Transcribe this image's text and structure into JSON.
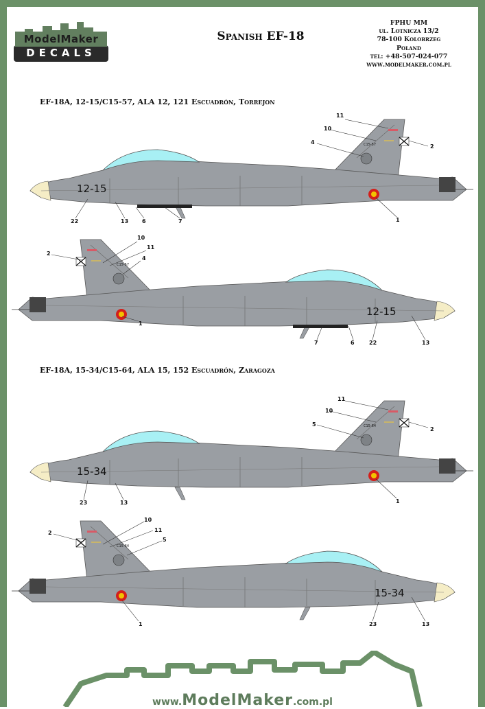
{
  "header": {
    "logo_line1": "ModelMaker",
    "logo_line2": "DECALS",
    "title": "Spanish EF-18",
    "address": [
      "FPHU MM",
      "ul. Lotnicza 13/2",
      "78-100 Kolobrzeg",
      "Poland",
      "tel: +48-507-024-077",
      "www.modelmaker.com.pl"
    ]
  },
  "sections": [
    {
      "title": "EF-18A, 12-15/C15-57, ALA 12, 121 Escuadrón, Torrejon"
    },
    {
      "title": "EF-18A, 15-34/C15-64, ALA 15, 152 Escuadrón, Zaragoza"
    }
  ],
  "aircraft": [
    {
      "code": "12-15",
      "tail": "C15-57",
      "callouts": {
        "c11": "11",
        "c10": "10",
        "c4": "4",
        "c2": "2",
        "c22": "22",
        "c13": "13",
        "c6": "6",
        "c7": "7",
        "c1": "1"
      }
    },
    {
      "code": "12-15",
      "tail": "C15-57",
      "callouts": {
        "c10": "10",
        "c11": "11",
        "c2": "2",
        "c4": "4",
        "c1": "1",
        "c7": "7",
        "c6": "6",
        "c22": "22",
        "c13": "13"
      }
    },
    {
      "code": "15-34",
      "tail": "C15-64",
      "callouts": {
        "c11": "11",
        "c10": "10",
        "c5": "5",
        "c2": "2",
        "c23": "23",
        "c13": "13",
        "c1": "1"
      }
    },
    {
      "code": "15-34",
      "tail": "C15-64",
      "callouts": {
        "c10": "10",
        "c11": "11",
        "c2": "2",
        "c5": "5",
        "c1": "1",
        "c23": "23",
        "c13": "13"
      }
    }
  ],
  "footer": {
    "url_prefix": "www.",
    "url_brand": "ModelMaker",
    "url_suffix": ".com.pl"
  },
  "colors": {
    "frame": "#6b9168",
    "fuselage": "#9a9ea3",
    "canopy": "#a8f0f4",
    "roundel_red": "#d41f1a",
    "roundel_yellow": "#f2c200"
  }
}
